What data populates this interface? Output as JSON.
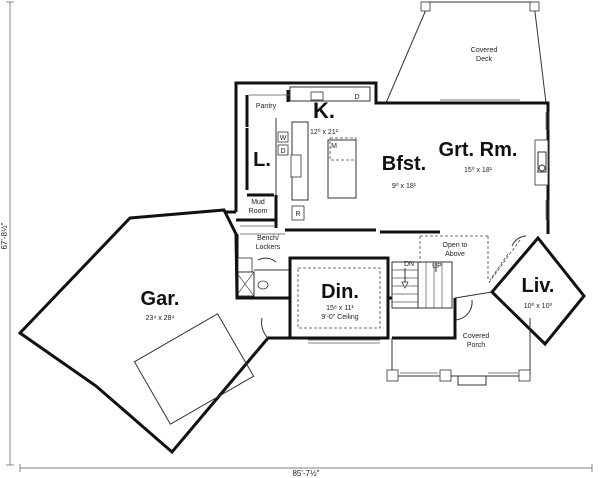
{
  "dimensions": {
    "overall_depth": "67'-8½\"",
    "overall_width": "85'-7½\""
  },
  "rooms": {
    "garage": {
      "name": "Gar.",
      "size": "23⁴ x 28⁴"
    },
    "kitchen": {
      "name": "K.",
      "size": "12⁰ x 21¹"
    },
    "laundry": {
      "name": "L.",
      "size": ""
    },
    "breakfast": {
      "name": "Bfst.",
      "size": "9⁰ x 18¹"
    },
    "great_room": {
      "name": "Grt. Rm.",
      "size": "15⁰ x 18¹"
    },
    "dining": {
      "name": "Din.",
      "size": "15⁸ x 11¹",
      "note": "9'-0\" Ceiling"
    },
    "living": {
      "name": "Liv.",
      "size": "10⁰ x 10⁰"
    }
  },
  "labels": {
    "covered_deck_1": "Covered",
    "covered_deck_2": "Deck",
    "pantry": "Pantry",
    "mud_room_1": "Mud",
    "mud_room_2": "Room",
    "bench_1": "Bench/",
    "bench_2": "Lockers",
    "open_to_above_1": "Open to",
    "open_to_above_2": "Above",
    "covered_porch_1": "Covered",
    "covered_porch_2": "Porch",
    "stair_dn": "DN",
    "stair_up": "UP",
    "appliance_w": "W",
    "appliance_d": "D",
    "appliance_r": "R",
    "appliance_m": "M",
    "dishwasher": "D"
  }
}
